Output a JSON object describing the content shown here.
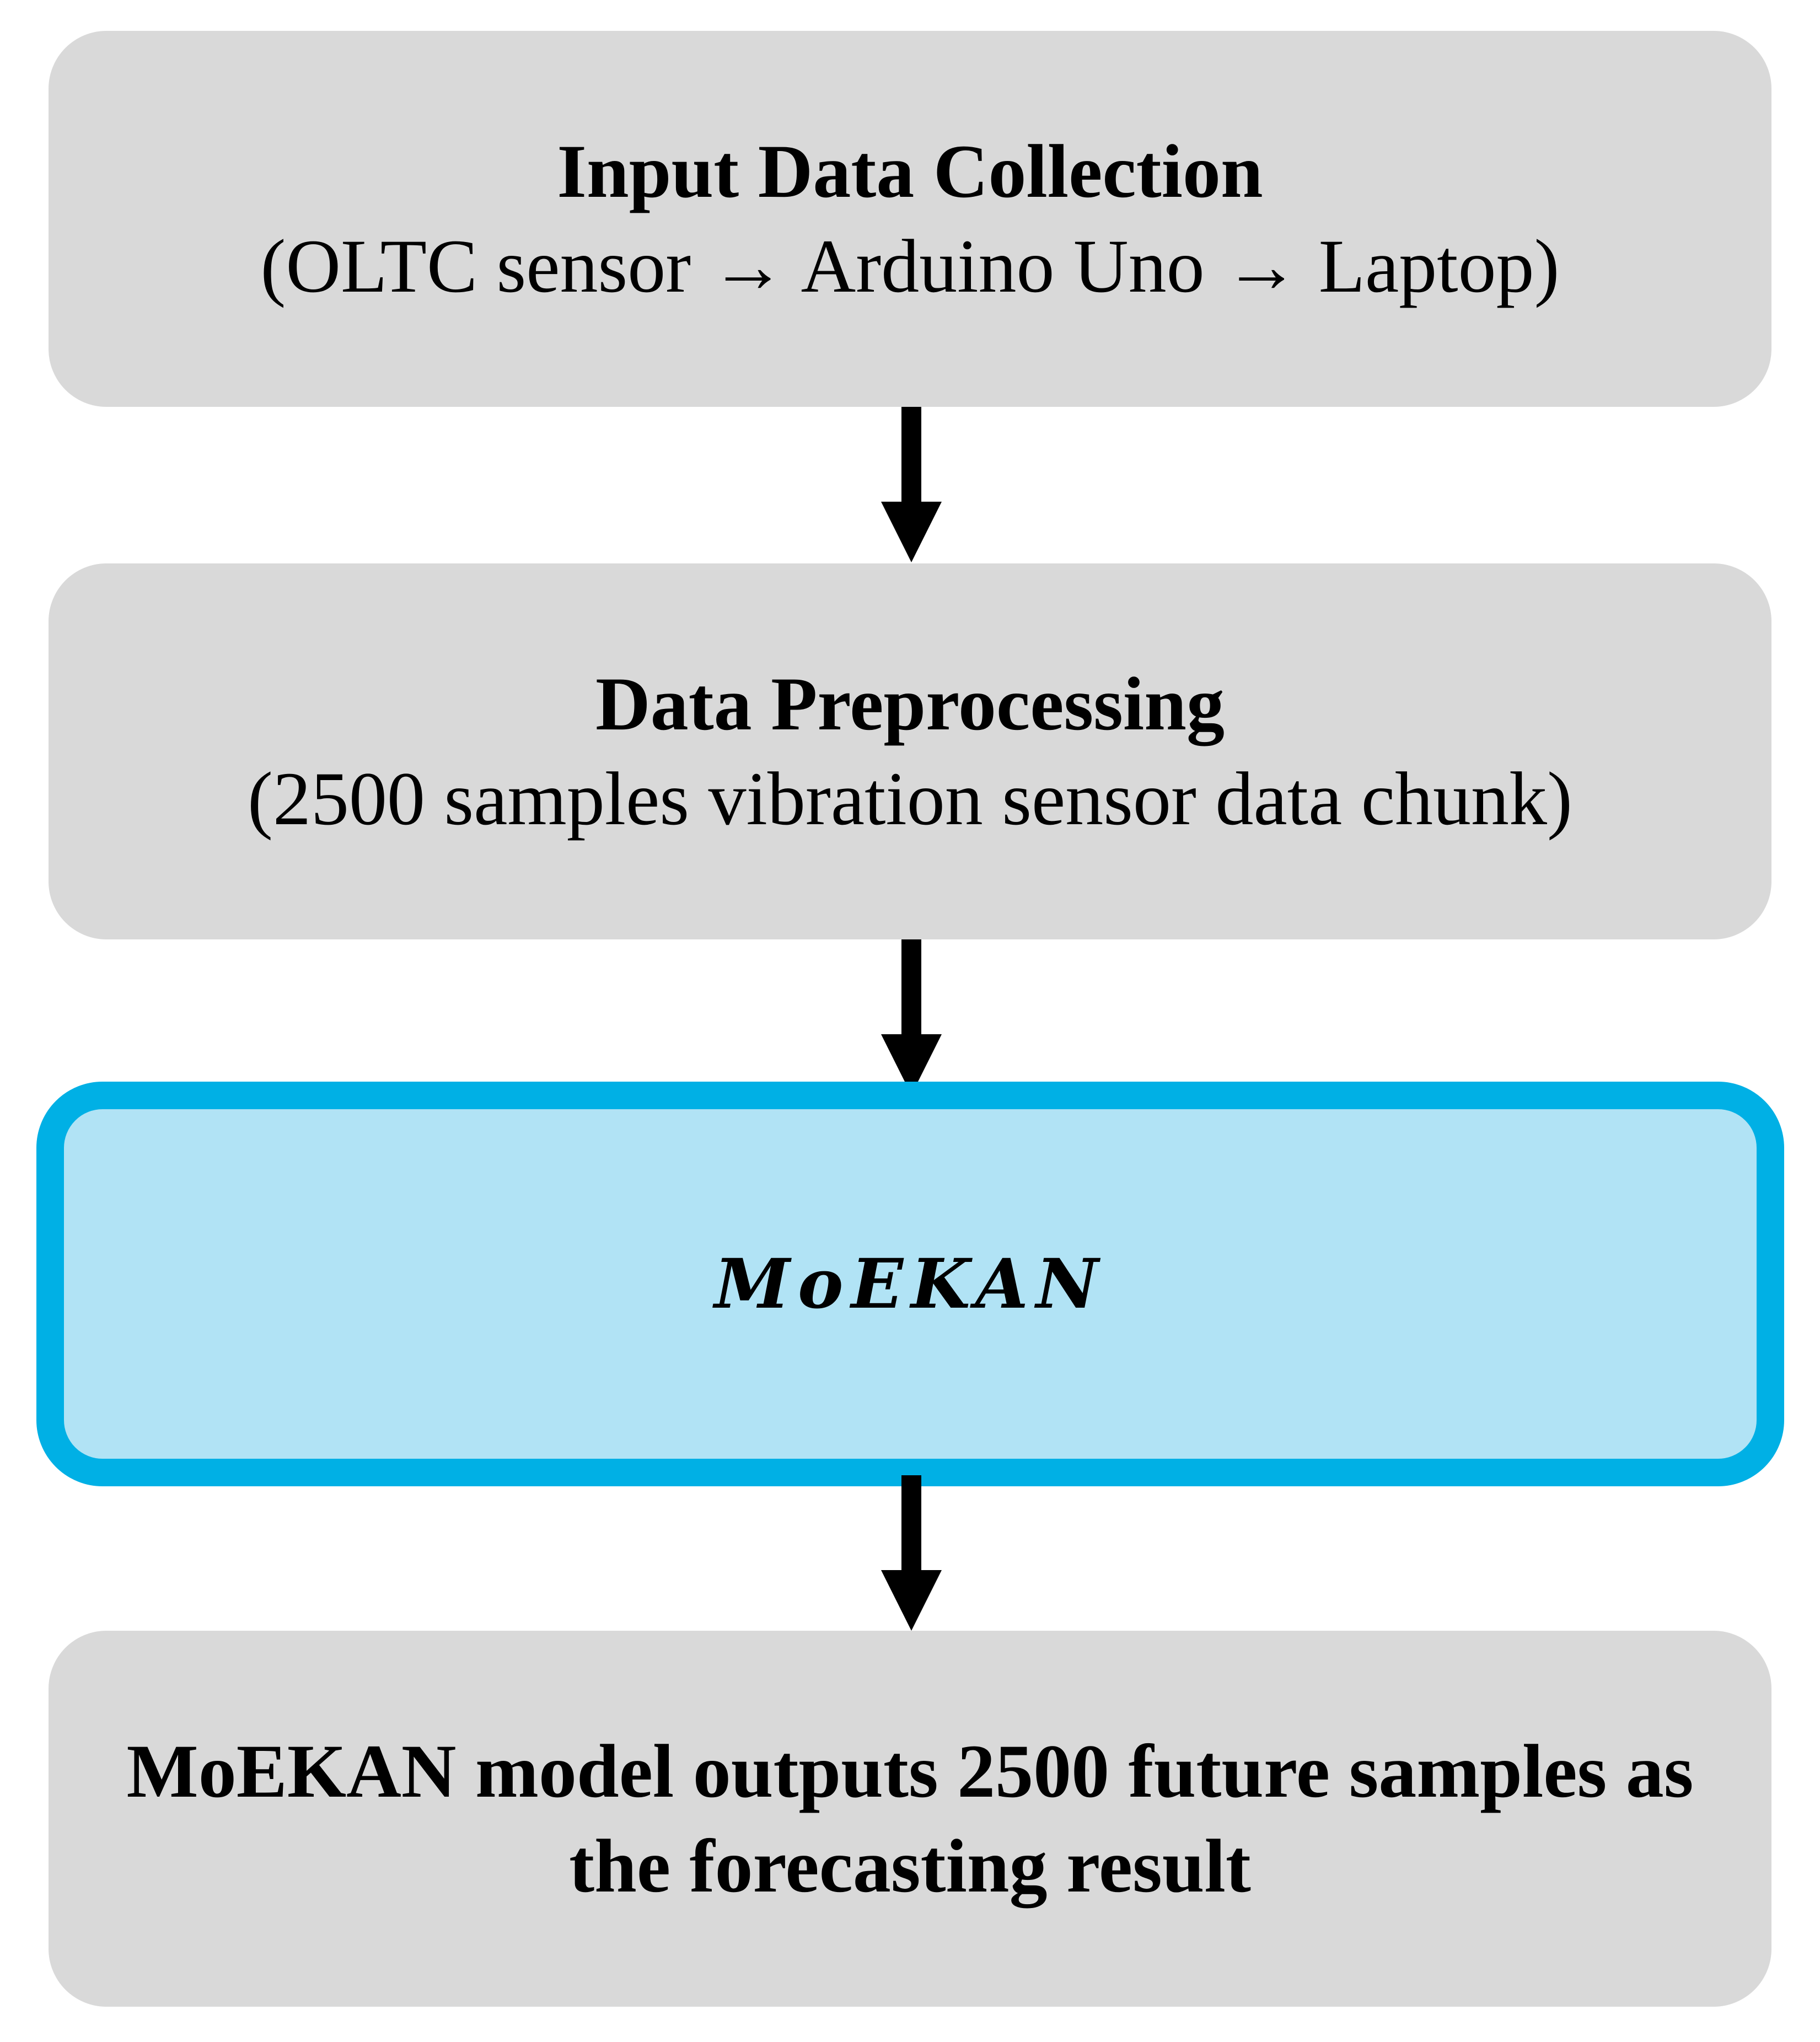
{
  "steps": [
    {
      "title": "Input Data Collection",
      "subtitle": "(OLTC sensor → Arduino Uno → Laptop)"
    },
    {
      "title": "Data Preprocessing",
      "subtitle": "(2500 samples vibration sensor data chunk)"
    },
    {
      "title": "MoEKAN"
    },
    {
      "lines": [
        "MoEKAN model outputs 2500 future samples as",
        "the forecasting result"
      ]
    }
  ],
  "colors": {
    "box_fill": "#d9d9d9",
    "highlight_fill": "#b1e3f5",
    "highlight_border": "#00b0e5",
    "arrow": "#000000"
  }
}
